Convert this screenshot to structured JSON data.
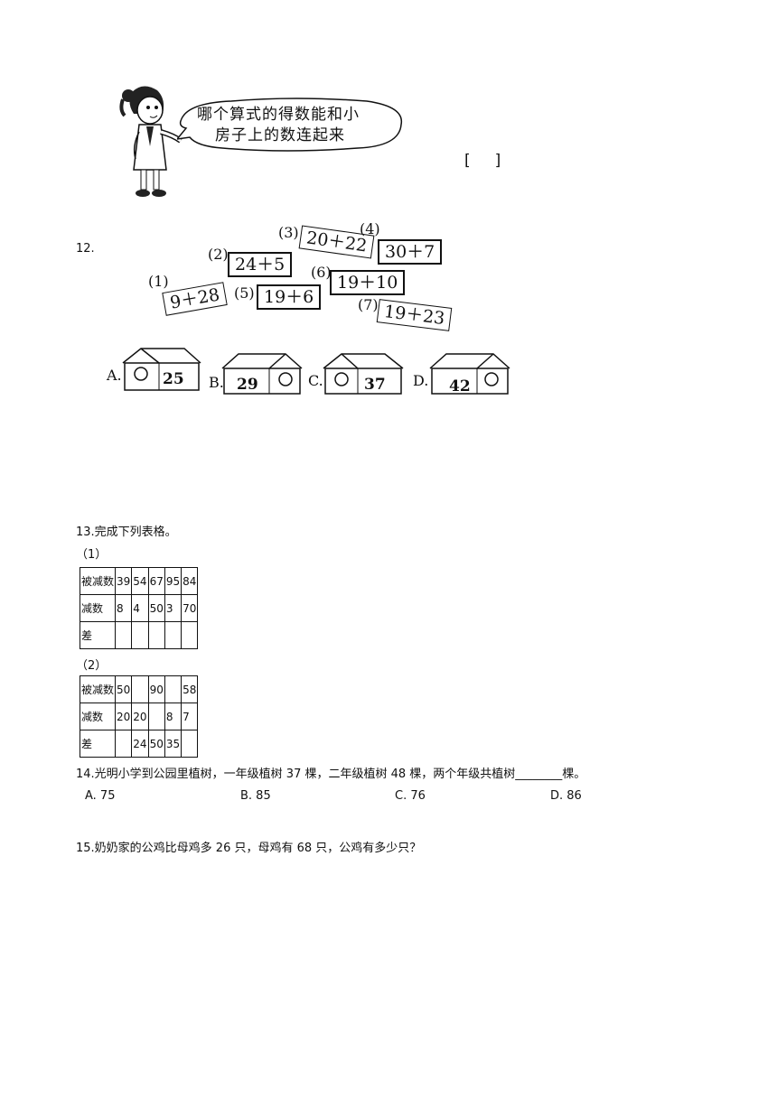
{
  "q12": {
    "bubble_line1": "哪个算式的得数能和小",
    "bubble_line2": "房子上的数连起来",
    "bracket": "[     ]",
    "number": "12.",
    "expressions": [
      {
        "ord": "(1)",
        "expr": "9＋28"
      },
      {
        "ord": "(2)",
        "expr": "24＋5"
      },
      {
        "ord": "(3)",
        "expr": "20＋22"
      },
      {
        "ord": "(4)",
        "expr": "30＋7"
      },
      {
        "ord": "(5)",
        "expr": "19＋6"
      },
      {
        "ord": "(6)",
        "expr": "19＋10"
      },
      {
        "ord": "(7)",
        "expr": "19＋23"
      }
    ],
    "houses": [
      {
        "letter": "A.",
        "num": "25"
      },
      {
        "letter": "B.",
        "num": "29"
      },
      {
        "letter": "C.",
        "num": "37"
      },
      {
        "letter": "D.",
        "num": "42"
      }
    ]
  },
  "q13": {
    "title": "13.完成下列表格。",
    "part1": "（1）",
    "part2": "（2）",
    "table1": [
      [
        "被减数",
        "39",
        "54",
        "67",
        "95",
        "84"
      ],
      [
        "减数",
        "8",
        "4",
        "50",
        "3",
        "70"
      ],
      [
        "差",
        "",
        "",
        "",
        "",
        ""
      ]
    ],
    "table2": [
      [
        "被减数",
        "50",
        "",
        "90",
        "",
        "58"
      ],
      [
        "减数",
        "20",
        "20",
        "",
        "8",
        "7"
      ],
      [
        "差",
        "",
        "24",
        "50",
        "35",
        ""
      ]
    ]
  },
  "q14": {
    "text": "14.光明小学到公园里植树，一年级植树 37 棵，二年级植树 48 棵，两个年级共植树________棵。",
    "options": [
      "A. 75",
      "B. 85",
      "C. 76",
      "D. 86"
    ]
  },
  "q15": {
    "text": "15.奶奶家的公鸡比母鸡多 26 只，母鸡有 68 只，公鸡有多少只？"
  }
}
